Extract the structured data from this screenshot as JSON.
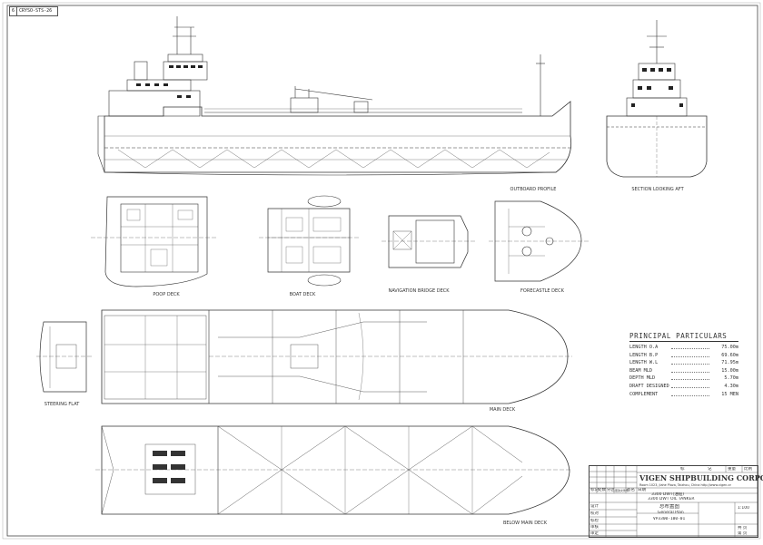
{
  "sheet": {
    "number": "6",
    "tag": "CRYSO-STS-26"
  },
  "view_labels": {
    "outboard_profile": "OUTBOARD PROFILE",
    "section_aft": "SECTION LOOKING AFT",
    "poop_deck": "POOP DECK",
    "boat_deck": "BOAT DECK",
    "navigation_bridge_deck": "NAVIGATION BRIDGE DECK",
    "forecastle_deck": "FORECASTLE DECK",
    "steering_flat": "STEERING FLAT",
    "main_deck": "MAIN DECK",
    "below_main_deck": "BELOW MAIN DECK"
  },
  "particulars": {
    "title": "PRINCIPAL  PARTICULARS",
    "rows": [
      {
        "label": "LENGTH O.A",
        "value": "75.00m"
      },
      {
        "label": "LENGTH B.P",
        "value": "69.60m"
      },
      {
        "label": "LENGTH W.L",
        "value": "71.95m"
      },
      {
        "label": "BEAM MLD",
        "value": "15.00m"
      },
      {
        "label": "DEPTH MLD",
        "value": "5.70m"
      },
      {
        "label": "DRAFT DESIGNED",
        "value": "4.30m"
      },
      {
        "label": "COMPLEMENT",
        "value": "15 MEN"
      }
    ]
  },
  "title_block": {
    "company": "VIGEN SHIPBUILDING CORPORATION",
    "address": "Room 1023, Jiahe Plaza, Taizhou, China  http://www.vigen.cn",
    "project_line1": "3300 DWT(油船)",
    "project_line2": "3300 DWT OIL TANKER",
    "drawing_cn": "总布置图",
    "drawing_en": "General Plan",
    "drawing_no": "VP3300-100-01",
    "scale": "1:100",
    "left_labels": [
      "设计",
      "校对",
      "标检",
      "审核",
      "审定"
    ],
    "header_labels": [
      "标记",
      "处数",
      "分区",
      "更改文件号",
      "签名",
      "日期"
    ],
    "top_labels": [
      "标",
      "记",
      "重量",
      "比例"
    ],
    "right_labels": [
      "共 页",
      "第 页"
    ]
  }
}
